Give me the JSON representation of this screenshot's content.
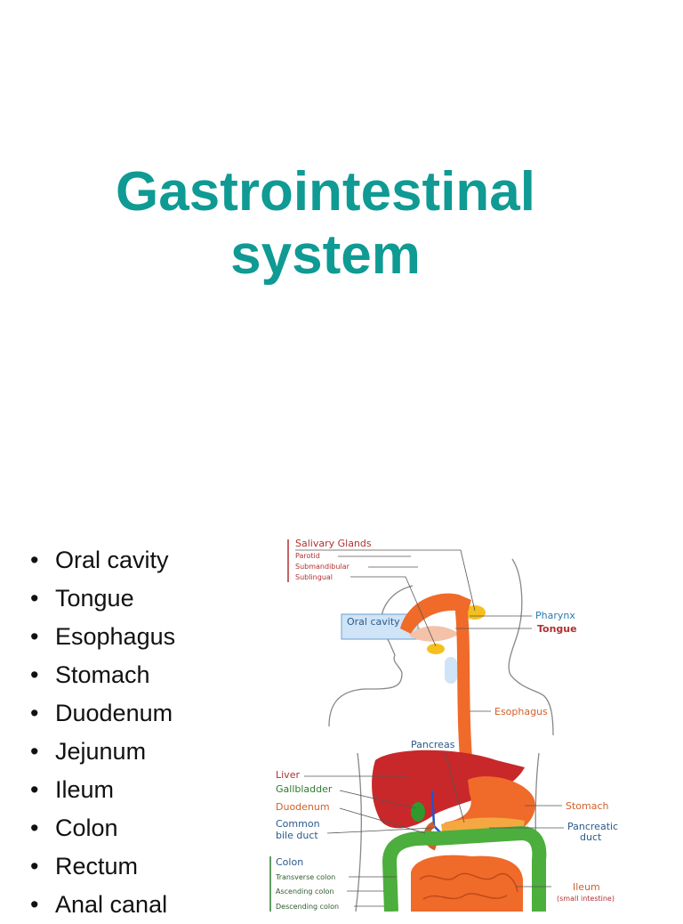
{
  "slide": {
    "title_line1": "Gastrointestinal",
    "title_line2": "system"
  },
  "organ_list": [
    "Oral cavity",
    "Tongue",
    "Esophagus",
    "Stomach",
    "Duodenum",
    "Jejunum",
    "Ileum",
    "Colon",
    "Rectum",
    "Anal canal"
  ],
  "diagram": {
    "salivary_glands": "Salivary Glands",
    "parotid": "Parotid",
    "submandibular": "Submandibular",
    "sublingual": "Sublingual",
    "oral_cavity": "Oral cavity",
    "pharynx": "Pharynx",
    "tongue": "Tongue",
    "esophagus": "Esophagus",
    "pancreas": "Pancreas",
    "liver": "Liver",
    "gallbladder": "Gallbladder",
    "duodenum": "Duodenum",
    "common_bile": "Common",
    "bile_duct": "bile duct",
    "stomach": "Stomach",
    "pancreatic": "Pancreatic",
    "duct": "duct",
    "colon": "Colon",
    "transverse_colon": "Transverse colon",
    "ascending_colon": "Ascending colon",
    "descending_colon": "Descending colon",
    "ileum": "Ileum",
    "small_intestine": "(small intestine)"
  },
  "colors": {
    "title": "#0f9a94",
    "esophagus": "#f06a2a",
    "liver": "#c8282a",
    "salivary": "#f5c01e",
    "colon": "#4cae3c",
    "label_teal": "#2a5a8a",
    "label_red": "#b03030",
    "label_green": "#2e7a2e",
    "label_orange": "#d0602a"
  }
}
